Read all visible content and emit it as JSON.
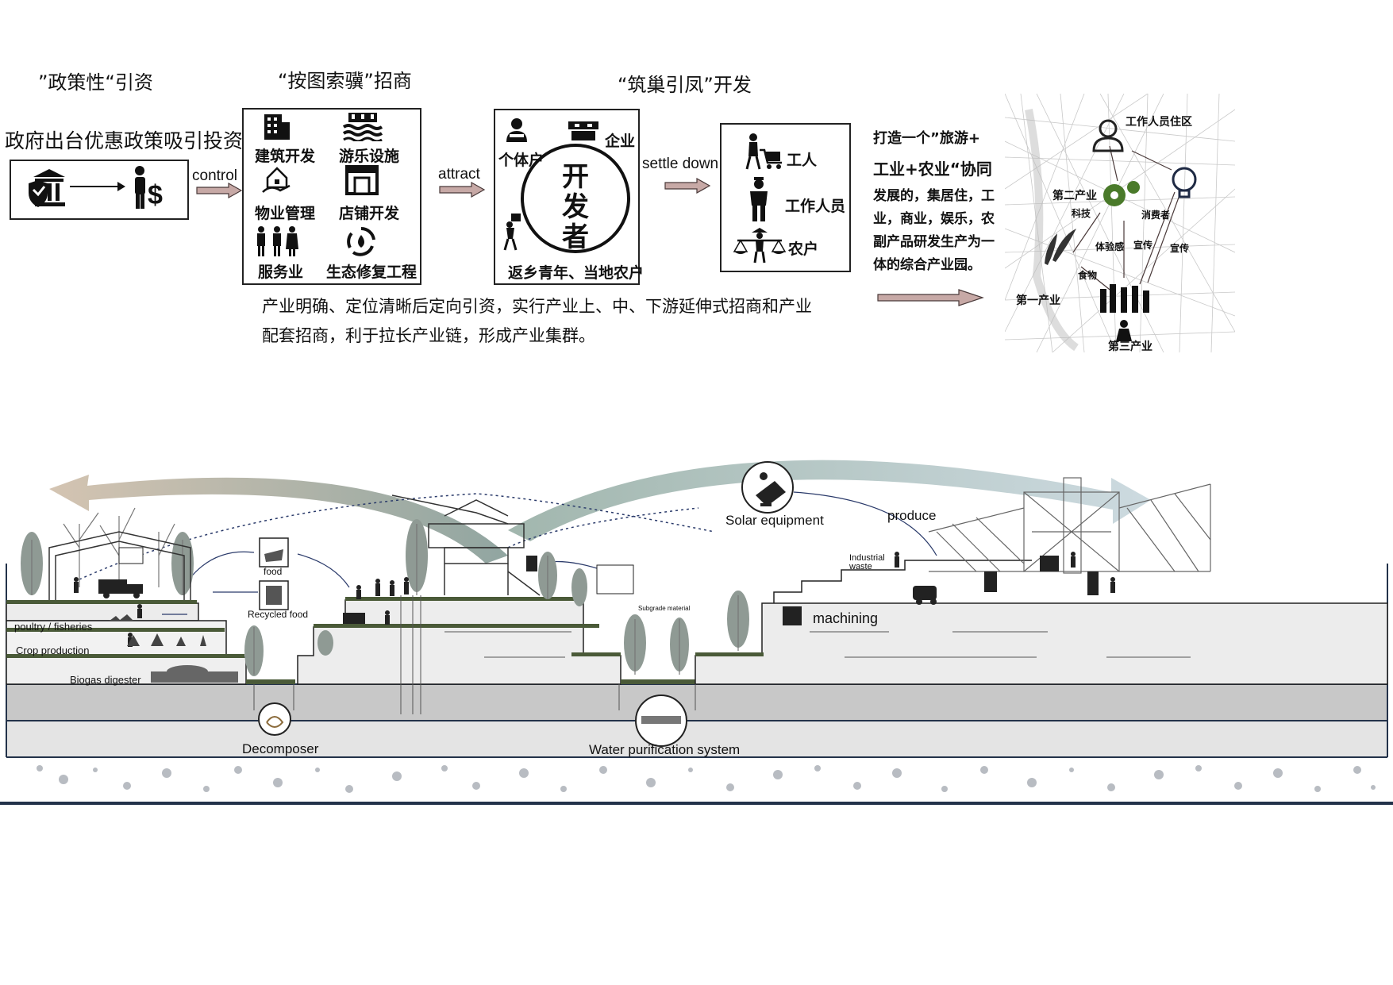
{
  "top": {
    "headings": {
      "policy": "”政策性“引资",
      "map_search": "“按图索骥”招商",
      "nest": "“筑巢引凤”开发"
    },
    "gov_text": "政府出台优惠政策吸引投资者。",
    "arrows": {
      "control": "control",
      "attract": "attract",
      "settle_down": "settle down"
    },
    "invest_box": {
      "items": [
        "建筑开发",
        "游乐设施",
        "物业管理",
        "店铺开发",
        "服务业",
        "生态修复工程"
      ]
    },
    "developer_box": {
      "center": [
        "开",
        "发",
        "者"
      ],
      "individual": "个体户",
      "enterprise": "企业",
      "returnees": "返乡青年、当地农户"
    },
    "people_box": {
      "items": [
        "工人",
        "工作人员",
        "农户"
      ]
    },
    "chain_text": [
      "产业明确、定位清晰后定向引资，实行产业上、中、下游延伸式招商和产业",
      "配套招商，利于拉长产业链，形成产业集群。"
    ],
    "park_text": [
      "打造一个”旅游+",
      "工业+农业“协同",
      "发展的，集居住，工",
      "业，商业，娱乐，农",
      "副产品研发生产为一",
      "体的综合产业园。"
    ],
    "industry_map": {
      "labels": [
        "工作人员住区",
        "第二产业",
        "科技",
        "消费者",
        "体验感",
        "宣传",
        "宣传",
        "食物",
        "第一产业",
        "第三产业"
      ]
    }
  },
  "section": {
    "labels": {
      "poultry": "poultry / fisheries",
      "crop": "Crop production",
      "biogas": "Biogas digester",
      "food": "food",
      "recycled": "Recycled food",
      "decomposer": "Decomposer",
      "water": "Water purification system",
      "solar": "Solar equipment",
      "produce": "produce",
      "industrial_waste_1": "Industrial",
      "industrial_waste_2": "waste",
      "machining": "machining",
      "subgrade": "Subgrade material"
    }
  },
  "colors": {
    "arrow_fill": "#c7a9a6",
    "arrow_left": "#bfae98",
    "arrow_right": "#b9ccd4",
    "ground_grey": "#c8c8c8",
    "terrace": "#ededed",
    "navy_line": "#23324a"
  }
}
